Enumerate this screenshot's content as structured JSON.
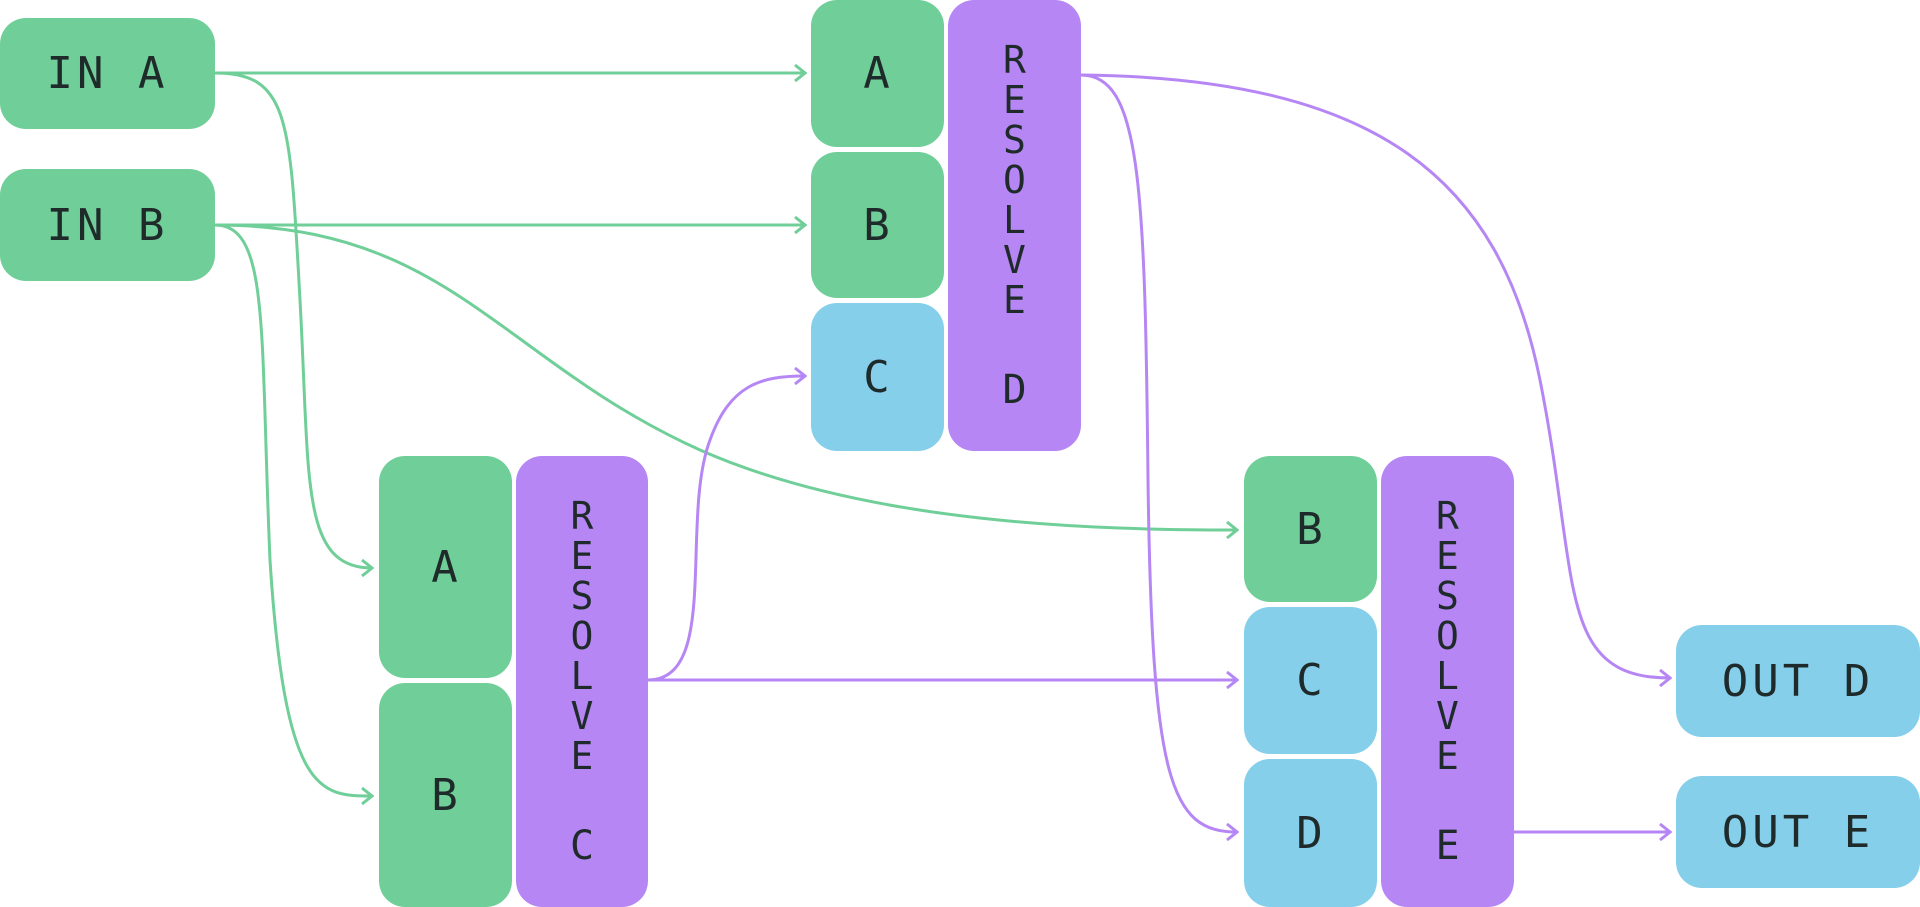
{
  "colors": {
    "input_node": "#70cf98",
    "output_node": "#86cfeb",
    "resolve_node": "#b687f4",
    "green_edge": "#70cf98",
    "purple_edge": "#b687f4"
  },
  "inputs": {
    "in_a": "IN A",
    "in_b": "IN B"
  },
  "resolve_d": {
    "ports": {
      "a": "A",
      "b": "B",
      "c": "C"
    },
    "word": [
      "R",
      "E",
      "S",
      "O",
      "L",
      "V",
      "E"
    ],
    "name": "D"
  },
  "resolve_c": {
    "ports": {
      "a": "A",
      "b": "B"
    },
    "word": [
      "R",
      "E",
      "S",
      "O",
      "L",
      "V",
      "E"
    ],
    "name": "C"
  },
  "resolve_e": {
    "ports": {
      "b": "B",
      "c": "C",
      "d": "D"
    },
    "word": [
      "R",
      "E",
      "S",
      "O",
      "L",
      "V",
      "E"
    ],
    "name": "E"
  },
  "outputs": {
    "out_d": "OUT D",
    "out_e": "OUT E"
  }
}
